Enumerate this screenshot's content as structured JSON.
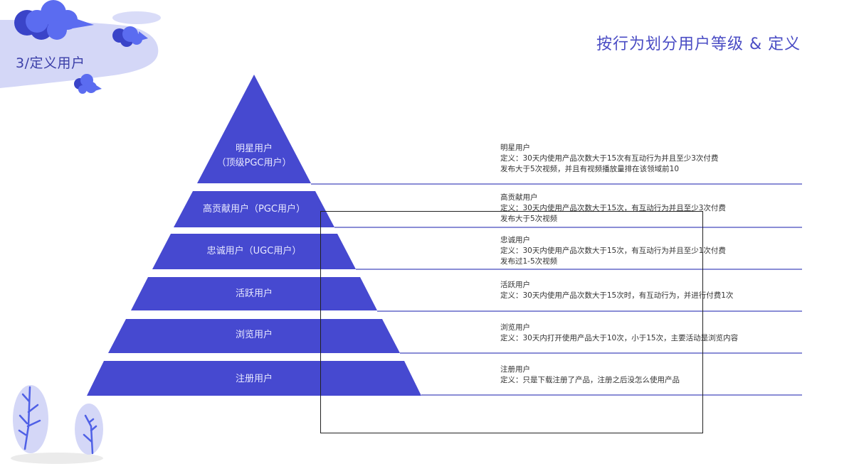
{
  "header": {
    "section_title": "3/定义用户",
    "page_heading": "按行为划分用户等级 & 定义"
  },
  "colors": {
    "pyramid_fill": "#4649d0",
    "cloud_dark": "#3a44c8",
    "cloud_light": "#5b6cf0",
    "banner_light": "#d4d7f7",
    "separator": "#8a8dd6",
    "heading": "#4a4cc4"
  },
  "pyramid": {
    "tiers": [
      {
        "label_line1": "明星用户",
        "label_line2": "（顶级PGC用户）"
      },
      {
        "label_line1": "高贡献用户（PGC用户）",
        "label_line2": ""
      },
      {
        "label_line1": "忠诚用户（UGC用户）",
        "label_line2": ""
      },
      {
        "label_line1": "活跃用户",
        "label_line2": ""
      },
      {
        "label_line1": "浏览用户",
        "label_line2": ""
      },
      {
        "label_line1": "注册用户",
        "label_line2": ""
      }
    ]
  },
  "definitions": [
    {
      "name": "明星用户",
      "line1": "定义：30天内使用产品次数大于15次有互动行为并且至少3次付费",
      "line2": "发布大于5次视频，并且有视频播放量排在该领域前10"
    },
    {
      "name": "高贡献用户",
      "line1": "定义：30天内使用产品次数大于15次，有互动行为并且至少3次付费",
      "line2": "发布大于5次视频"
    },
    {
      "name": "忠诚用户",
      "line1": "定义：30天内使用产品次数大于15次，有互动行为并且至少1次付费",
      "line2": "发布过1-5次视频"
    },
    {
      "name": "活跃用户",
      "line1": "定义：30天内使用产品次数大于15次时，有互动行为，并进行付费1次",
      "line2": ""
    },
    {
      "name": "浏览用户",
      "line1": "定义：30天内打开使用产品大于10次，小于15次，主要活动是浏览内容",
      "line2": ""
    },
    {
      "name": "注册用户",
      "line1": "定义：只是下载注册了产品，注册之后没怎么使用产品",
      "line2": ""
    }
  ],
  "icons": {
    "clouds": "cloud-icon",
    "trees": "tree-icon"
  }
}
